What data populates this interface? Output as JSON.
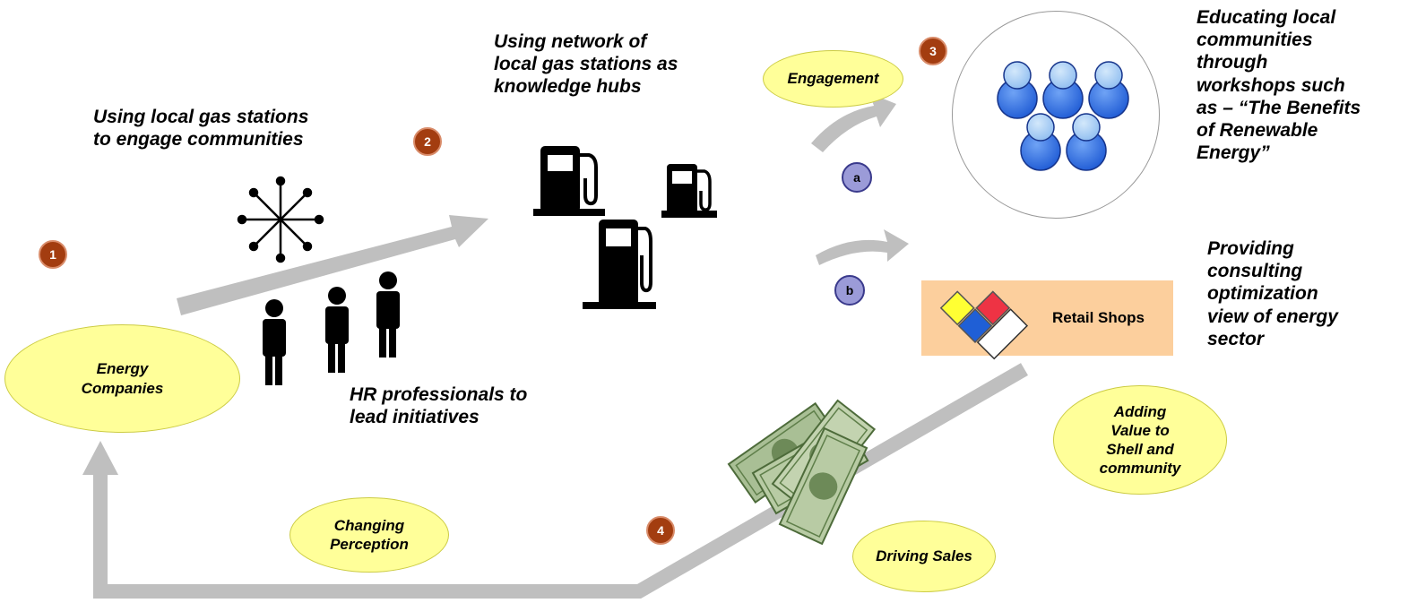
{
  "texts": {
    "using_local": "Using local gas stations\nto engage communities",
    "network": "Using network of\nlocal gas stations as\nknowledge hubs",
    "educating": "Educating local\ncommunities\nthrough\nworkshops such\nas – “The Benefits\nof Renewable\nEnergy”",
    "providing": "Providing\nconsulting\noptimization\nview of energy\nsector",
    "hr": "HR professionals to\nlead initiatives"
  },
  "ovals": {
    "energy_companies": "Energy\nCompanies",
    "engagement": "Engagement",
    "changing_perception": "Changing\nPerception",
    "driving_sales": "Driving Sales",
    "adding_value": "Adding\nValue to\nShell and\ncommunity"
  },
  "badges": {
    "one": "1",
    "two": "2",
    "three": "3",
    "four": "4"
  },
  "sub_badges": {
    "a": "a",
    "b": "b"
  },
  "retail_label": "Retail Shops",
  "icons": [
    "gas-pump-icon",
    "person-icon",
    "group-icon",
    "money-icon",
    "network-hub-icon",
    "shop-logo-icon"
  ],
  "colors": {
    "arrow": "#bfbfbf",
    "oval_fill": "#ffff99",
    "badge": "#a33d10",
    "sub_badge": "#9b9bd8",
    "retail_box": "#fccf9d",
    "person_light": "#a9cdf3",
    "person_dark": "#2f6fe0"
  }
}
